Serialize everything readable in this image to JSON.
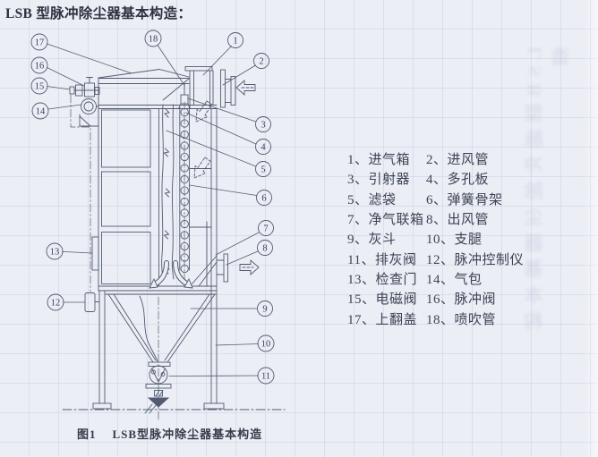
{
  "page": {
    "title": "LSB 型脉冲除尘器基本构造：",
    "caption_label": "图1",
    "caption_text": "LSB型脉冲除尘器基本构造",
    "bleed_text": "LSB型脉冲除尘器基本构造"
  },
  "legend": {
    "items": [
      "1、进气箱",
      "2、进风管",
      "3、引射器",
      "4、多孔板",
      "5、滤袋",
      "6、弹簧骨架",
      "7、净气联箱",
      "8、出风管",
      "9、灰斗",
      "10、支腿",
      "11、排灰阀",
      "12、脉冲控制仪",
      "13、检查门",
      "14、气包",
      "15、电磁阀",
      "16、脉冲阀",
      "17、上翻盖",
      "18、喷吹管"
    ]
  },
  "diagram": {
    "callouts": [
      "1",
      "2",
      "3",
      "4",
      "5",
      "6",
      "7",
      "8",
      "9",
      "10",
      "11",
      "12",
      "13",
      "14",
      "15",
      "16",
      "17",
      "18"
    ]
  },
  "colors": {
    "paper": "#eceef5",
    "line": "#525b70",
    "text": "#3b4354",
    "grid": "#dfe2ee"
  }
}
